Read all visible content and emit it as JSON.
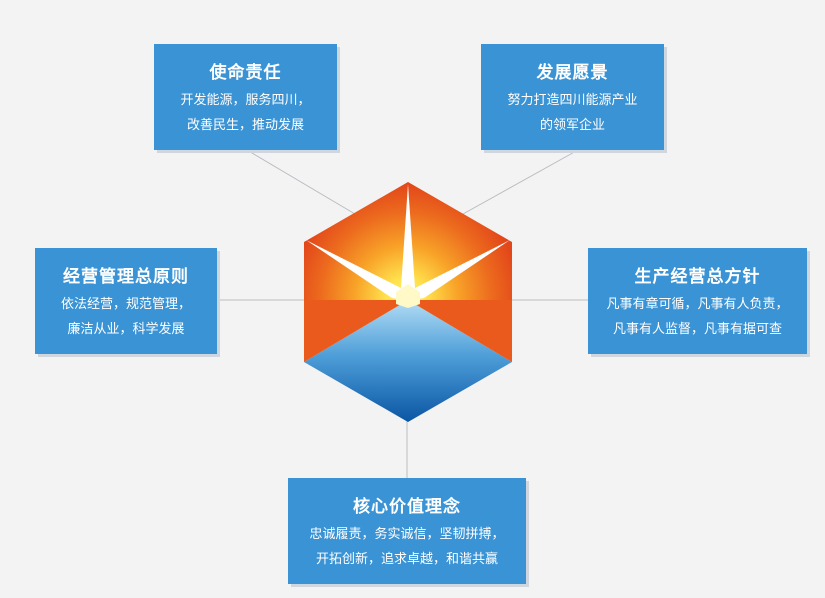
{
  "cards": {
    "mission": {
      "title": "使命责任",
      "lines": [
        "开发能源，服务四川，",
        "改善民生，推动发展"
      ]
    },
    "vision": {
      "title": "发展愿景",
      "lines": [
        "努力打造四川能源产业",
        "的领军企业"
      ]
    },
    "management": {
      "title": "经营管理总原则",
      "lines": [
        "依法经营，规范管理，",
        "廉洁从业，科学发展"
      ]
    },
    "production": {
      "title": "生产经营总方针",
      "lines": [
        "凡事有章可循，凡事有人负责，",
        "凡事有人监督，凡事有据可查"
      ]
    },
    "core_values": {
      "title": "核心价值理念",
      "lines": [
        "忠诚履责，务实诚信，坚韧拼搏，",
        "开拓创新，追求卓越，和谐共赢"
      ]
    }
  },
  "colors": {
    "card_bg": "#3a93d4",
    "connector": "#b9bcc0",
    "hex_orange": "#e8501c",
    "hex_yellow": "#ffe25a",
    "hex_blue_light": "#a5d3f0",
    "hex_blue_dark": "#0b5aa6"
  }
}
